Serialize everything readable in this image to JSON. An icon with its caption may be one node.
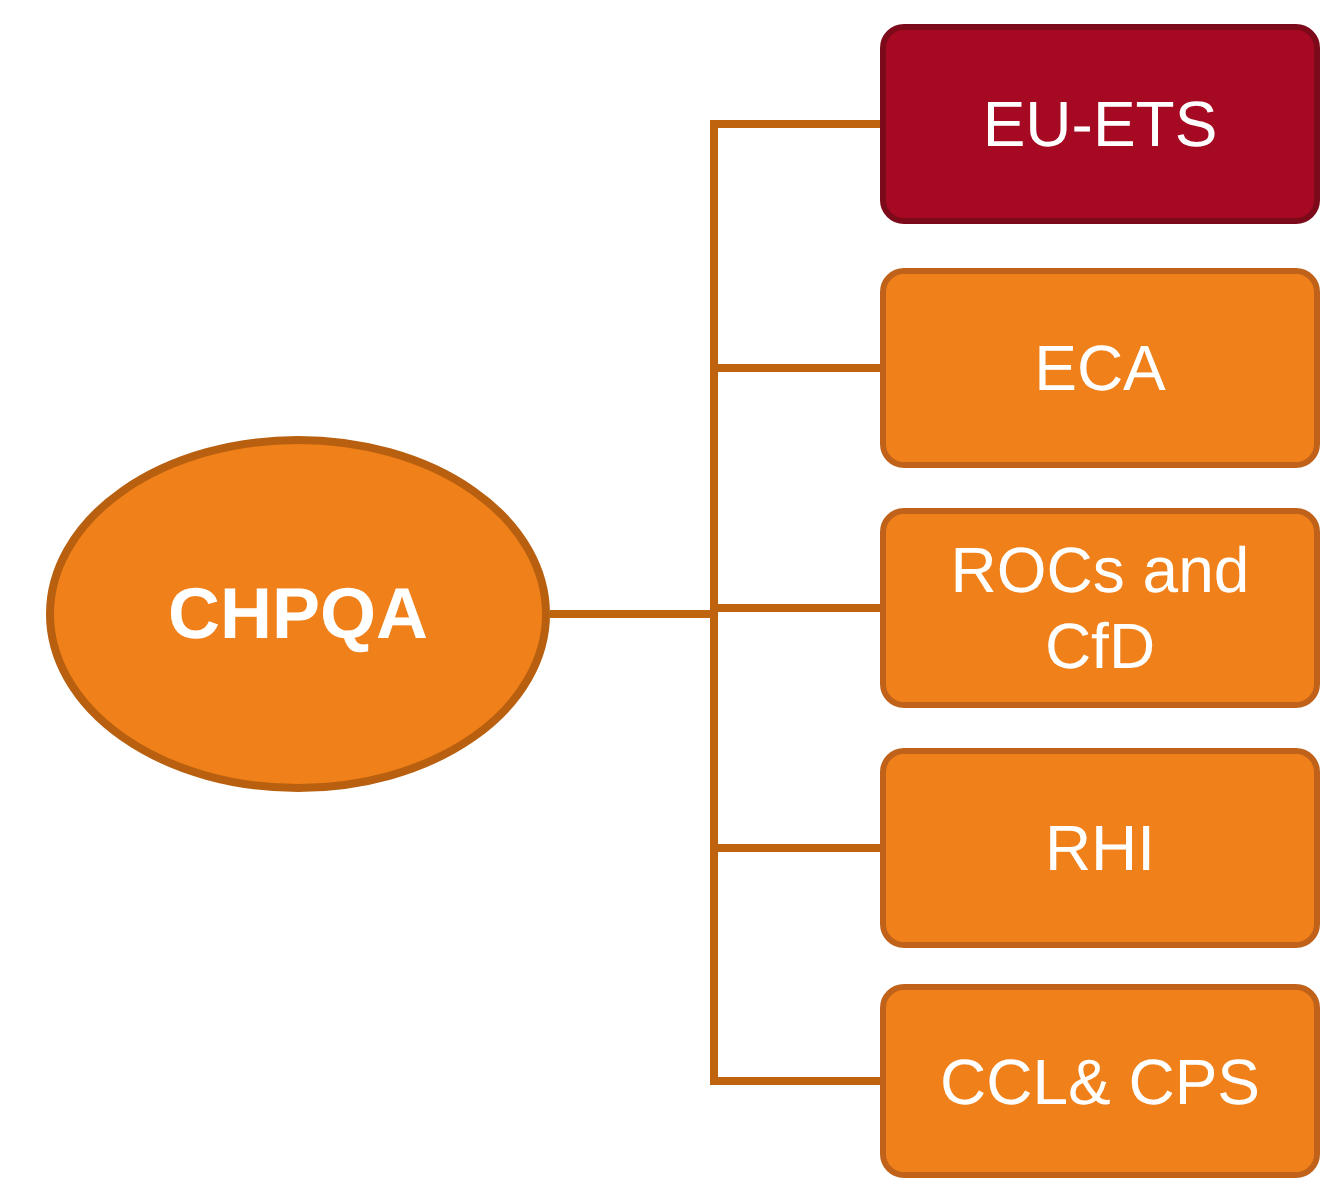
{
  "diagram": {
    "nodes": [
      {
        "text": [
          "CHPQA"
        ]
      },
      {
        "text": [
          "EU-ETS"
        ]
      },
      {
        "text": [
          "ECA"
        ]
      },
      {
        "text": [
          "ROCs and CfD"
        ]
      },
      {
        "text": [
          "RHI"
        ]
      },
      {
        "text": [
          "CCL& CPS"
        ]
      }
    ],
    "edges": [
      {
        "from": 0,
        "to": 1,
        "arrow": "none"
      },
      {
        "from": 0,
        "to": 2,
        "arrow": "none"
      },
      {
        "from": 0,
        "to": 3,
        "arrow": "none"
      },
      {
        "from": 0,
        "to": 4,
        "arrow": "none"
      },
      {
        "from": 0,
        "to": 5,
        "arrow": "none"
      }
    ]
  }
}
